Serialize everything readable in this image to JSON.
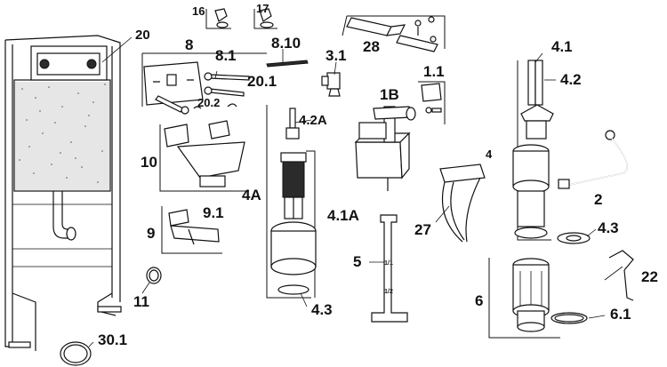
{
  "labels": {
    "l20": "20",
    "l16": "16",
    "l17": "17",
    "l28": "28",
    "l8": "8",
    "l8_1": "8.1",
    "l8_10": "8.10",
    "l20_1": "20.1",
    "l20_2": "20.2",
    "l3_1": "3.1",
    "l1_1": "1.1",
    "l1B": "1B",
    "l4_2A": "4.2A",
    "l4A": "4A",
    "l4_1A": "4.1A",
    "l4_3a": "4.3",
    "l10": "10",
    "l9_1": "9.1",
    "l9": "9",
    "l11": "11",
    "l30_1": "30.1",
    "l4_1": "4.1",
    "l4_2": "4.2",
    "l4": "4",
    "l2": "2",
    "l4_3b": "4.3",
    "l27": "27",
    "l5": "5",
    "l6": "6",
    "l22": "22",
    "l6_1": "6.1"
  },
  "marks": {
    "m1": "1/1",
    "m2": "1/2"
  }
}
